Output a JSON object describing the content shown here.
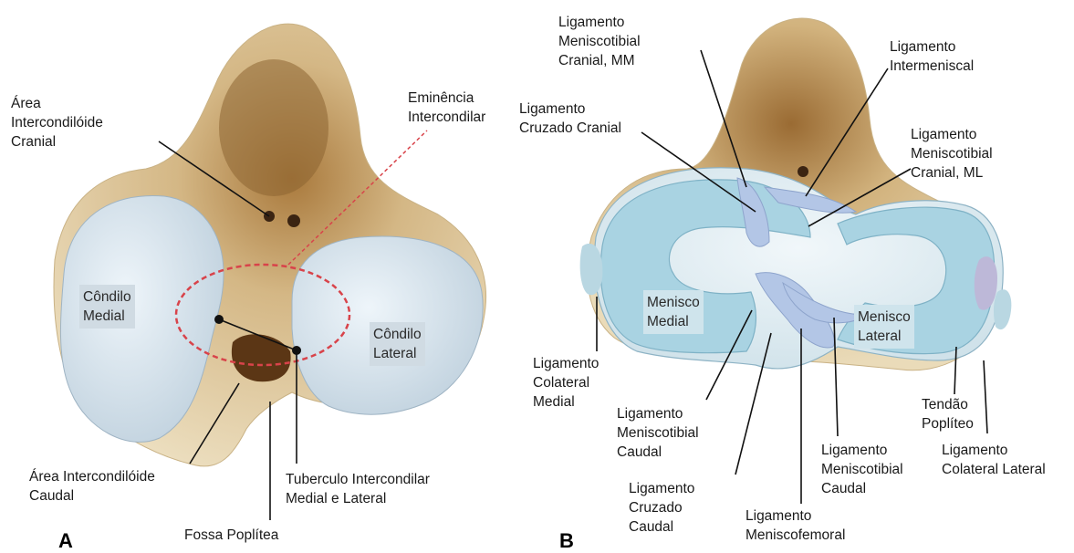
{
  "panel_a": {
    "letter": "A",
    "labels": {
      "area_intercondiloide_cranial": "Área\nIntercondilóide\nCranial",
      "eminencia_intercondilar": "Eminência\nIntercondilar",
      "condilo_medial": "Côndilo\nMedial",
      "condilo_lateral": "Côndilo\nLateral",
      "area_intercondiloide_caudal": "Área Intercondilóide\nCaudal",
      "tuberculo_intercondilar": "Tuberculo Intercondilar\nMedial e Lateral",
      "fossa_poplitea": "Fossa Poplítea"
    }
  },
  "panel_b": {
    "letter": "B",
    "labels": {
      "lig_meniscotibial_cranial_mm": "Ligamento\nMeniscotibial\nCranial, MM",
      "lig_intermeniscal": "Ligamento\nIntermeniscal",
      "lig_cruzado_cranial": "Ligamento\nCruzado Cranial",
      "lig_meniscotibial_cranial_ml": "Ligamento\nMeniscotibial\nCranial, ML",
      "menisco_medial": "Menisco\nMedial",
      "menisco_lateral": "Menisco\nLateral",
      "lig_colateral_medial": "Ligamento\nColateral\nMedial",
      "lig_meniscotibial_caudal_left": "Ligamento\nMeniscotibial\nCaudal",
      "tendao_popliteo": "Tendão\nPoplíteo",
      "lig_meniscotibial_caudal_right": "Ligamento\nMeniscotibial\nCaudal",
      "lig_colateral_lateral": "Ligamento\nColateral Lateral",
      "lig_cruzado_caudal": "Ligamento\nCruzado\nCaudal",
      "lig_meniscofemoral": "Ligamento\nMeniscofemoral"
    }
  },
  "colors": {
    "bone": "#ddc79a",
    "bone_dark": "#7a5428",
    "cartilage": "#d6e6ef",
    "meniscus": "#a9d3e2",
    "ligament": "#b3c6e6",
    "dashed_marker": "#d8434a",
    "leader_line": "#111111"
  }
}
